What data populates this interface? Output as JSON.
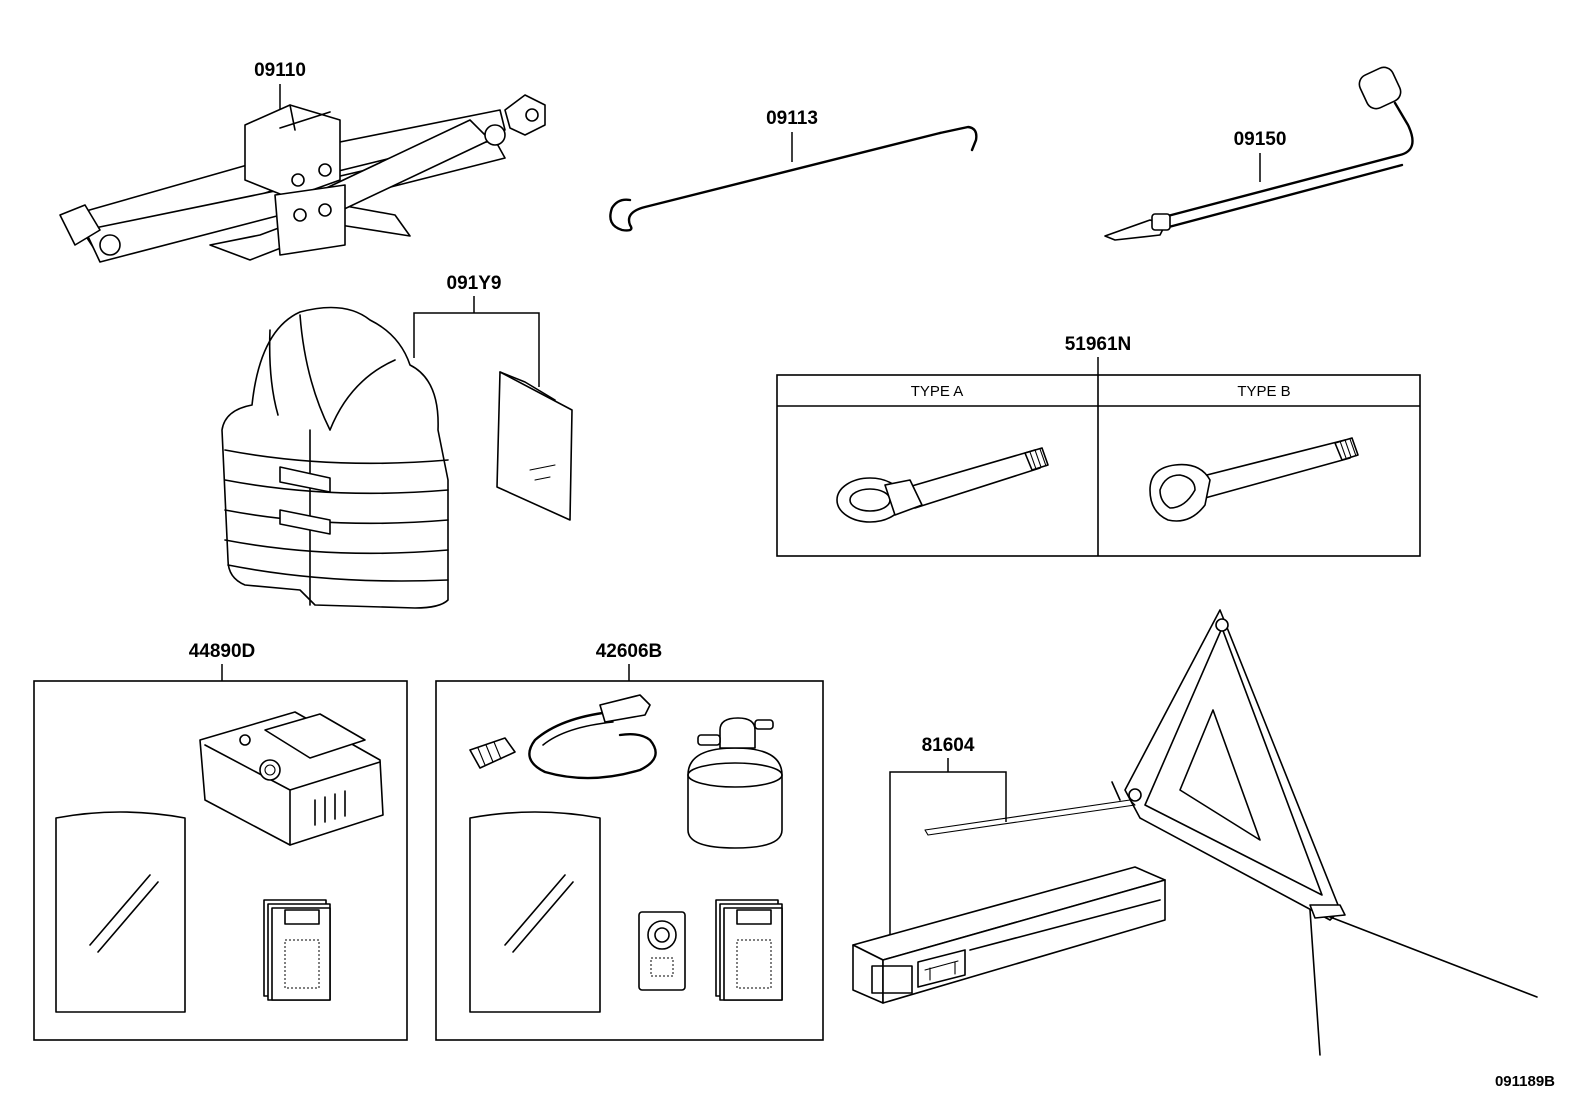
{
  "parts": {
    "jack": "09110",
    "jack_handle": "09113",
    "wheel_wrench": "09150",
    "safety_vest": "091Y9",
    "towing_eye": "51961N",
    "compressor_kit": "44890D",
    "repair_kit": "42606B",
    "warning_triangle": "81604"
  },
  "towing_eye_table": {
    "type_a": "TYPE A",
    "type_b": "TYPE B"
  },
  "figure_ref": "091189B"
}
